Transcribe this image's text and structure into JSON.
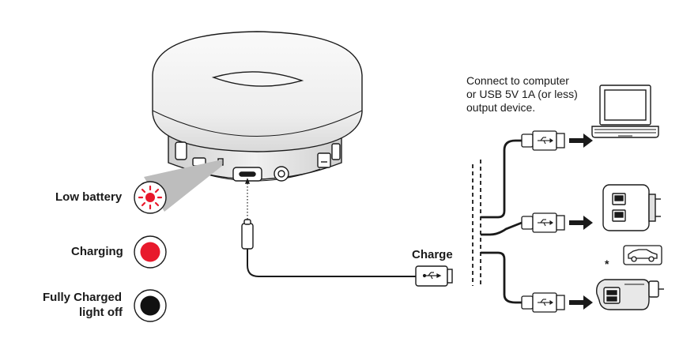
{
  "legend": {
    "low_battery": "Low battery",
    "charging": "Charging",
    "fully_charged_line1": "Fully Charged",
    "fully_charged_line2": "light off"
  },
  "colors": {
    "led_red": "#e8192c",
    "led_off": "#111111",
    "line": "#1a1a1a"
  },
  "charge_label": "Charge",
  "note": {
    "line1": "Connect to computer",
    "line2": "or USB 5V 1A (or less)",
    "line3": "output device."
  },
  "targets": [
    "computer",
    "wall-adapter",
    "car-charger"
  ],
  "car_asterisk": "*"
}
